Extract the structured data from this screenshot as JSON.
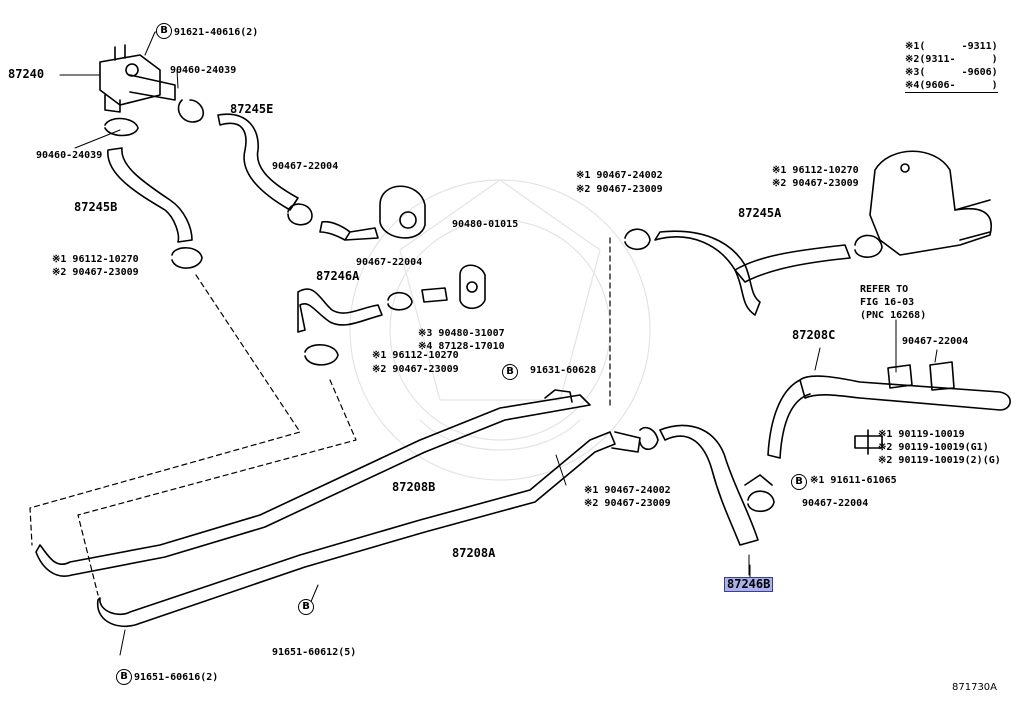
{
  "diagram_id": "871730A",
  "legend": [
    {
      "mark": "※1",
      "range": "(      -9311)"
    },
    {
      "mark": "※2",
      "range": "(9311-      )"
    },
    {
      "mark": "※3",
      "range": "(      -9606)"
    },
    {
      "mark": "※4",
      "range": "(9606-      )"
    }
  ],
  "refer_note": [
    "REFER TO",
    "FIG 16-03",
    "(PNC 16268)"
  ],
  "parts": {
    "p87240": "87240",
    "p87245e": "87245E",
    "p87245b": "87245B",
    "p87245a": "87245A",
    "p87246a": "87246A",
    "p87208c": "87208C",
    "p87208b": "87208B",
    "p87208a": "87208A",
    "p87246b": "87246B",
    "b91621": "91621-40616(2)",
    "a90460_top": "90460-24039",
    "a90460_left": "90460-24039",
    "c90467_22004_a": "90467-22004",
    "c90480_01015": "90480-01015",
    "s1_96112_left": "※1 96112-10270",
    "s2_90467_left": "※2 90467-23009",
    "c90467_22004_b": "90467-22004",
    "s3_90480": "※3 90480-31007",
    "s4_87128": "※4 87128-17010",
    "s1_96112_mid": "※1 96112-10270",
    "s2_90467_mid": "※2 90467-23009",
    "b91631": "91631-60628",
    "s1_90467_24002_top": "※1 90467-24002",
    "s2_90467_23009_top": "※2 90467-23009",
    "s1_96112_right": "※1 96112-10270",
    "s2_90467_right": "※2 90467-23009",
    "c90467_22004_c": "90467-22004",
    "s1_90119_10019": "※1 90119-10019",
    "s2_90119_10019_g": "※2 90119-10019(G1)",
    "s2_90119_10019_2": "※2 90119-10019(2)(G)",
    "b91611": "※1 91611-61065",
    "c90467_22004_d": "90467-22004",
    "s1_90467_24002_bot": "※1 90467-24002",
    "s2_90467_23009_bot": "※2 90467-23009",
    "b91651_606": "91651-60612(5)",
    "b91651_6061": "91651-60616(2)"
  },
  "b_symbol": "B"
}
